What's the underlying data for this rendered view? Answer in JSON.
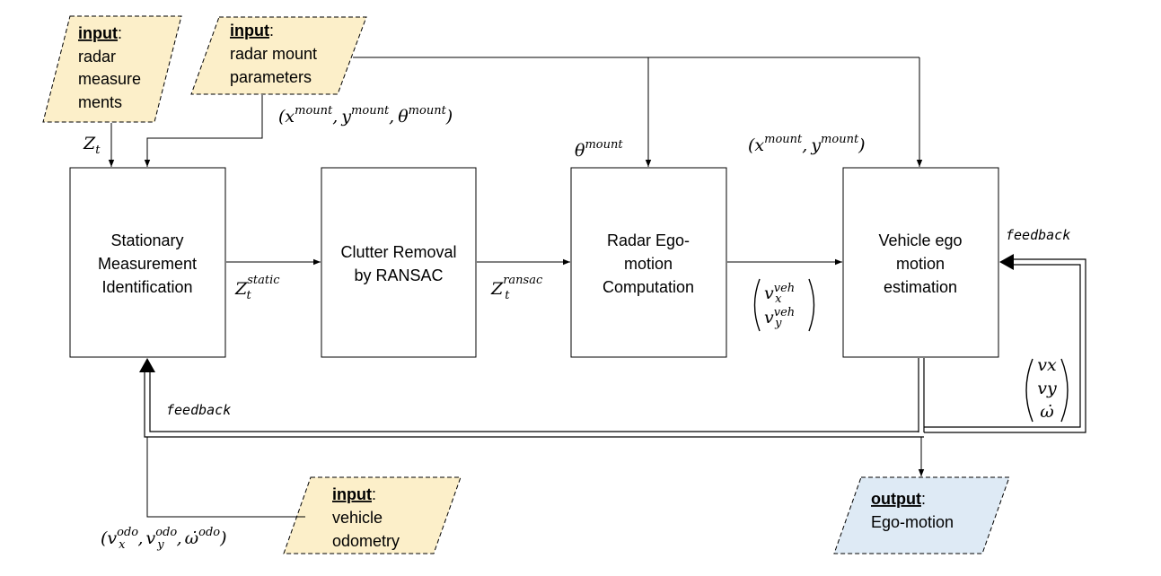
{
  "inputs": {
    "radar_measurements": {
      "keyword": "input",
      "colon": ":",
      "lines": [
        "radar",
        "measure",
        "ments"
      ]
    },
    "radar_mount": {
      "keyword": "input",
      "colon": ":",
      "lines": [
        "radar mount",
        "parameters"
      ]
    },
    "vehicle_odometry": {
      "keyword": "input",
      "colon": ":",
      "lines": [
        "vehicle",
        "odometry"
      ]
    }
  },
  "output": {
    "keyword": "output",
    "colon": ":",
    "lines": [
      "Ego-motion"
    ]
  },
  "blocks": {
    "stationary": [
      "Stationary",
      "Measurement",
      "Identification"
    ],
    "clutter": [
      "Clutter Removal",
      "by RANSAC"
    ],
    "radar_ego": [
      "Radar Ego-",
      "motion",
      "Computation"
    ],
    "vehicle_ego": [
      "Vehicle ego",
      "motion",
      "estimation"
    ]
  },
  "labels": {
    "zt": {
      "base": "Z",
      "sub": "t"
    },
    "z_static": {
      "base": "Z",
      "sub": "t",
      "sup": "static"
    },
    "z_ransac": {
      "base": "Z",
      "sub": "t",
      "sup": "ransac"
    },
    "mount_full": "(x^mount, y^mount, θ^mount)",
    "mount_full_parts": {
      "open": "(",
      "x": "x",
      "y": "y",
      "theta": "θ",
      "sup": "mount",
      "comma": ",",
      "close": ")"
    },
    "theta_mount": {
      "base": "θ",
      "sup": "mount"
    },
    "mount_xy_parts": {
      "open": "(",
      "x": "x",
      "y": "y",
      "sup": "mount",
      "comma": ",",
      "close": ")"
    },
    "v_veh": {
      "vx": "v",
      "vx_sub": "x",
      "vy": "v",
      "vy_sub": "y",
      "sup": "veh"
    },
    "vec_out": [
      "vx",
      "vy",
      "ω̇"
    ],
    "odo": {
      "v": "v",
      "x_sub": "x",
      "y_sub": "y",
      "omega": "ω̇",
      "sup": "odo",
      "open": "(",
      "close": ")",
      "comma": ","
    },
    "feedback_top": "feedback",
    "feedback_bottom": "feedback"
  },
  "colors": {
    "input_fill": "#fcefc9",
    "output_fill": "#deeaf5",
    "line": "#000000"
  }
}
